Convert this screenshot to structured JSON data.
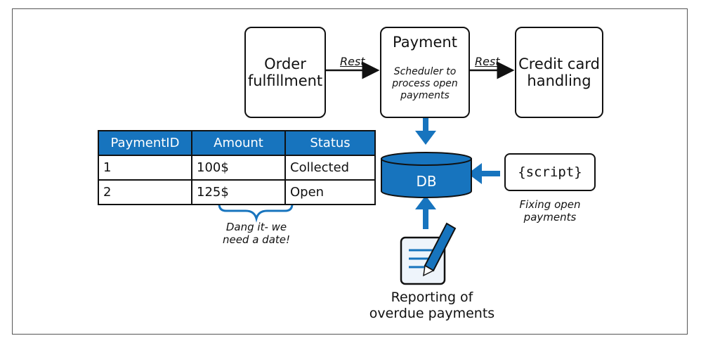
{
  "order_box": {
    "line1": "Order",
    "line2": "fulfillment"
  },
  "payment_box": {
    "title": "Payment",
    "sub1": "Scheduler to",
    "sub2": "process open",
    "sub3": "payments"
  },
  "credit_box": {
    "line1": "Credit card",
    "line2": "handling"
  },
  "arrows": {
    "rest_left": "Rest",
    "rest_right": "Rest"
  },
  "table": {
    "headers": [
      "PaymentID",
      "Amount",
      "Status"
    ],
    "rows": [
      [
        "1",
        "100$",
        "Collected"
      ],
      [
        "2",
        "125$",
        "Open"
      ]
    ]
  },
  "note": {
    "line1": "Dang it- we",
    "line2": "need a date!"
  },
  "db": {
    "label": "DB"
  },
  "script": {
    "label": "{script}",
    "caption1": "Fixing open",
    "caption2": "payments"
  },
  "report": {
    "line1": "Reporting of",
    "line2": "overdue payments"
  },
  "colors": {
    "accent": "#1774be",
    "border": "#111111"
  }
}
